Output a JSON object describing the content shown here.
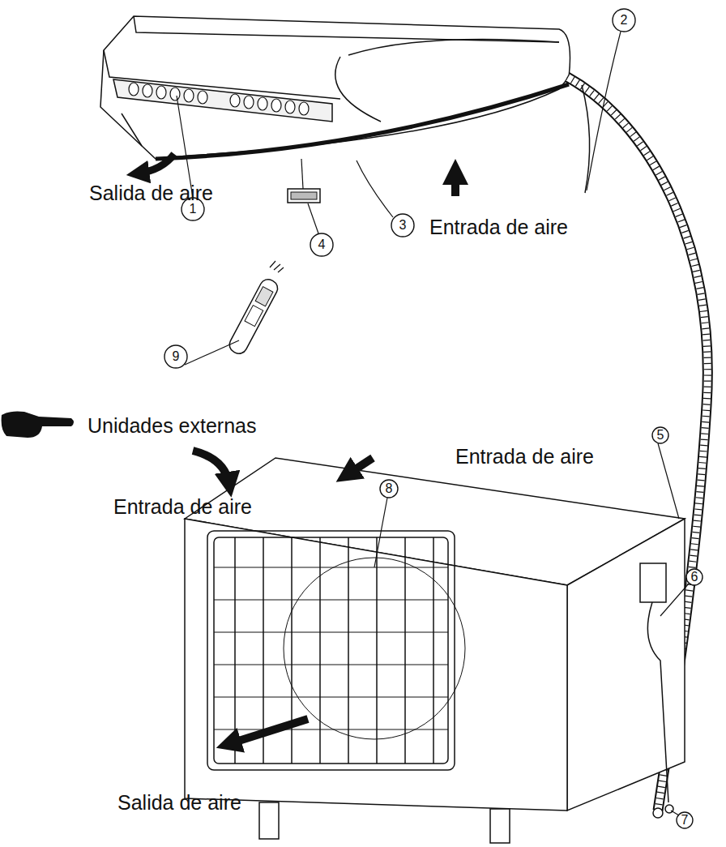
{
  "diagram": {
    "labels": [
      "2",
      "Salida de aire",
      "1",
      "4",
      "3",
      "Entrada de aire",
      "9",
      "Unidades externas",
      "Entrada de aire",
      "5",
      "Entrada de aire",
      "8",
      "6",
      "Salida de aire",
      "7"
    ]
  }
}
